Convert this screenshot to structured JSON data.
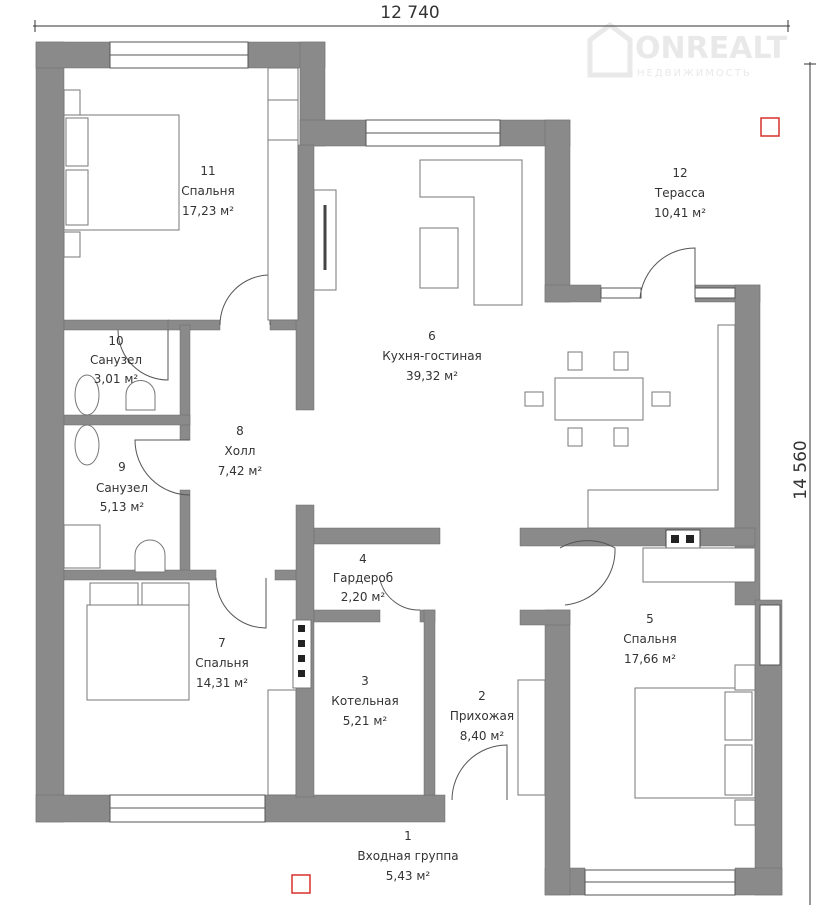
{
  "dimensions": {
    "width": "12 740",
    "height": "14 560"
  },
  "watermark": {
    "brand": "ONREALT",
    "tagline": "НЕДВИЖИМОСТЬ"
  },
  "rooms": [
    {
      "num": "1",
      "name": "Входная группа",
      "area": "5,43 м²"
    },
    {
      "num": "2",
      "name": "Прихожая",
      "area": "8,40 м²"
    },
    {
      "num": "3",
      "name": "Котельная",
      "area": "5,21 м²"
    },
    {
      "num": "4",
      "name": "Гардероб",
      "area": "2,20 м²"
    },
    {
      "num": "5",
      "name": "Спальня",
      "area": "17,66 м²"
    },
    {
      "num": "6",
      "name": "Кухня-гостиная",
      "area": "39,32 м²"
    },
    {
      "num": "7",
      "name": "Спальня",
      "area": "14,31 м²"
    },
    {
      "num": "8",
      "name": "Холл",
      "area": "7,42 м²"
    },
    {
      "num": "9",
      "name": "Санузел",
      "area": "5,13 м²"
    },
    {
      "num": "10",
      "name": "Санузел",
      "area": "3,01 м²"
    },
    {
      "num": "11",
      "name": "Спальня",
      "area": "17,23 м²"
    },
    {
      "num": "12",
      "name": "Терасса",
      "area": "10,41 м²"
    }
  ],
  "colors": {
    "wall": "#8a8a8a",
    "marker": "#d9302c"
  }
}
